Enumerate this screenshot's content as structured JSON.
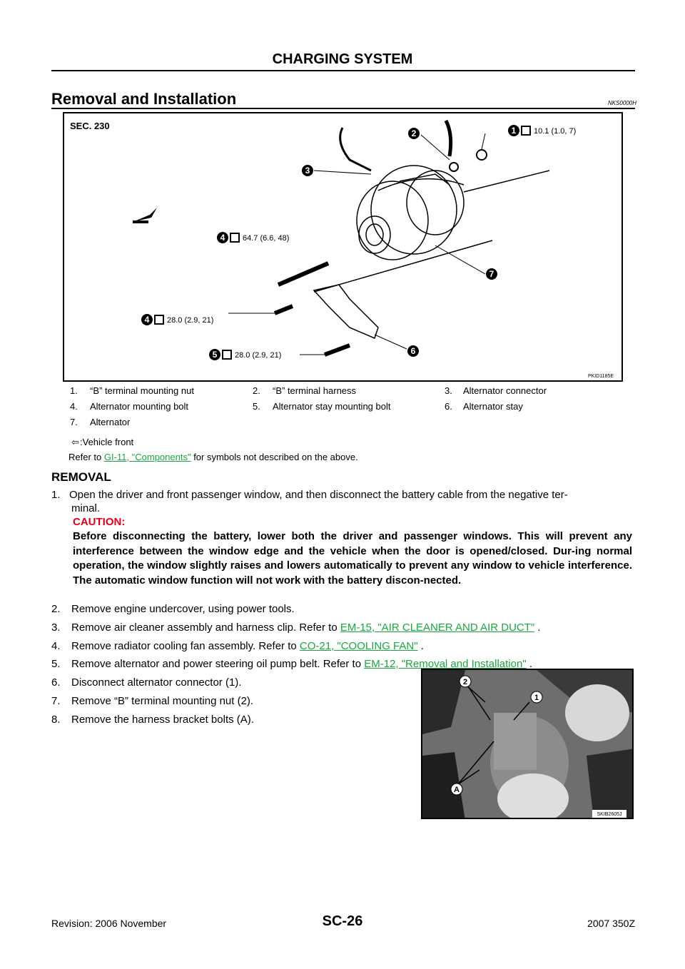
{
  "header": {
    "title": "CHARGING SYSTEM"
  },
  "section": {
    "title": "Removal and Installation",
    "code": "NKS0000H"
  },
  "figure1": {
    "sec": "SEC. 230",
    "id": "PKID1185E",
    "torques": {
      "t1": "10.1 (1.0, 7)",
      "t4a": "64.7 (6.6, 48)",
      "t4b": "28.0 (2.9, 21)",
      "t5": "28.0 (2.9, 21)"
    },
    "callouts": {
      "c1": "1",
      "c2": "2",
      "c3": "3",
      "c4": "4",
      "c5": "5",
      "c6": "6",
      "c7": "7"
    }
  },
  "legend": [
    [
      "1.",
      "“B” terminal mounting nut",
      "2.",
      "“B” terminal harness",
      "3.",
      "Alternator connector"
    ],
    [
      "4.",
      "Alternator mounting bolt",
      "5.",
      "Alternator stay mounting bolt",
      "6.",
      "Alternator stay"
    ],
    [
      "7.",
      "Alternator",
      "",
      "",
      "",
      ""
    ]
  ],
  "vehicle_front": ":Vehicle front",
  "refer": {
    "prefix": "Refer to ",
    "link": "GI-11, \"Components\"",
    "suffix": " for symbols not described on the above."
  },
  "removal": {
    "heading": "REMOVAL",
    "step1_line1": "1.   Open the driver and front passenger window, and then disconnect the battery cable from the negative ter-",
    "step1_line2": "minal.",
    "caution_heading": "CAUTION:",
    "caution_text": "Before disconnecting the battery, lower both the driver and passenger windows. This will prevent any interference between the window edge and the vehicle when the door is opened/closed. Dur-ing normal operation, the window slightly raises and lowers automatically to prevent any window to vehicle interference. The automatic window function will not work with the battery discon-nected.",
    "steps": [
      {
        "n": "2.",
        "text": "Remove engine undercover, using power tools.",
        "link": "",
        "after": ""
      },
      {
        "n": "3.",
        "text": "Remove air cleaner assembly and harness clip. Refer to ",
        "link": "EM-15, \"AIR CLEANER AND AIR DUCT\"",
        "after": " ."
      },
      {
        "n": "4.",
        "text": "Remove radiator cooling fan assembly. Refer to ",
        "link": "CO-21, \"COOLING FAN\"",
        "after": " ."
      },
      {
        "n": "5.",
        "text": "Remove alternator and power steering oil pump belt. Refer to ",
        "link": "EM-12, \"Removal and Installation\"",
        "after": " ."
      },
      {
        "n": "6.",
        "text": "Disconnect alternator connector (1).",
        "link": "",
        "after": ""
      },
      {
        "n": "7.",
        "text": "Remove “B” terminal mounting nut (2).",
        "link": "",
        "after": ""
      },
      {
        "n": "8.",
        "text": "Remove the harness bracket bolts (A).",
        "link": "",
        "after": ""
      }
    ]
  },
  "figure2": {
    "id": "SKIB2605J",
    "c1": "1",
    "c2": "2",
    "cA": "A"
  },
  "footer": {
    "left": "Revision: 2006 November",
    "center": "SC-26",
    "right": "2007 350Z"
  }
}
